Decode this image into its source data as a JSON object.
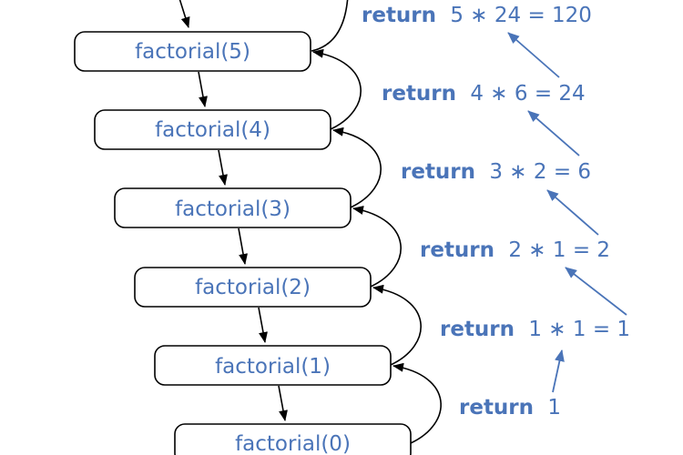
{
  "nodes": [
    {
      "label": "factorial(5)"
    },
    {
      "label": "factorial(4)"
    },
    {
      "label": "factorial(3)"
    },
    {
      "label": "factorial(2)"
    },
    {
      "label": "factorial(1)"
    },
    {
      "label": "factorial(0)"
    }
  ],
  "returns": [
    {
      "keyword": "return",
      "expr": "5 ∗ 24 = 120"
    },
    {
      "keyword": "return",
      "expr": "4 ∗ 6 = 24"
    },
    {
      "keyword": "return",
      "expr": "3 ∗ 2 = 6"
    },
    {
      "keyword": "return",
      "expr": "2 ∗ 1 = 2"
    },
    {
      "keyword": "return",
      "expr": "1 ∗ 1 = 1"
    },
    {
      "keyword": "return",
      "expr": "1"
    }
  ],
  "colors": {
    "text_blue": "#4a74b8",
    "line_black": "#000000"
  }
}
